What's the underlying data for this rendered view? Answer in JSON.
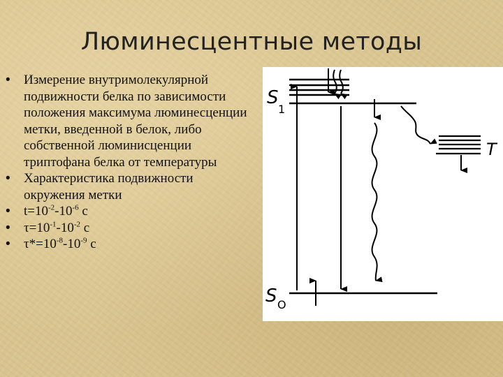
{
  "slide": {
    "title": "Люминесцентные методы"
  },
  "bullets": [
    {
      "bullet": "•",
      "text": "Измерение внутримолекулярной подвижности белка по зависимости положения максимума люминесценции метки, введенной в белок, либо собственной люминисценции триптофана белка от температуры"
    },
    {
      "bullet": "•",
      "text": "Характеристика подвижности окружения метки"
    },
    {
      "bullet": "•",
      "prefix": "t=10",
      "exp1": "-2",
      "mid": "-10",
      "exp2": "-6",
      "suffix": " с"
    },
    {
      "bullet": "•",
      "prefix": "τ=10",
      "exp1": "-1",
      "mid": "-10",
      "exp2": "-2",
      "suffix": " с"
    },
    {
      "bullet": "•",
      "prefix": "τ*=10",
      "exp1": "-8",
      "mid": "-10",
      "exp2": "-9",
      "suffix": " с"
    }
  ],
  "diagram": {
    "labels": {
      "s1": "S",
      "s1_sub": "1",
      "s0": "S",
      "s0_sub": "O",
      "t": "T"
    }
  }
}
